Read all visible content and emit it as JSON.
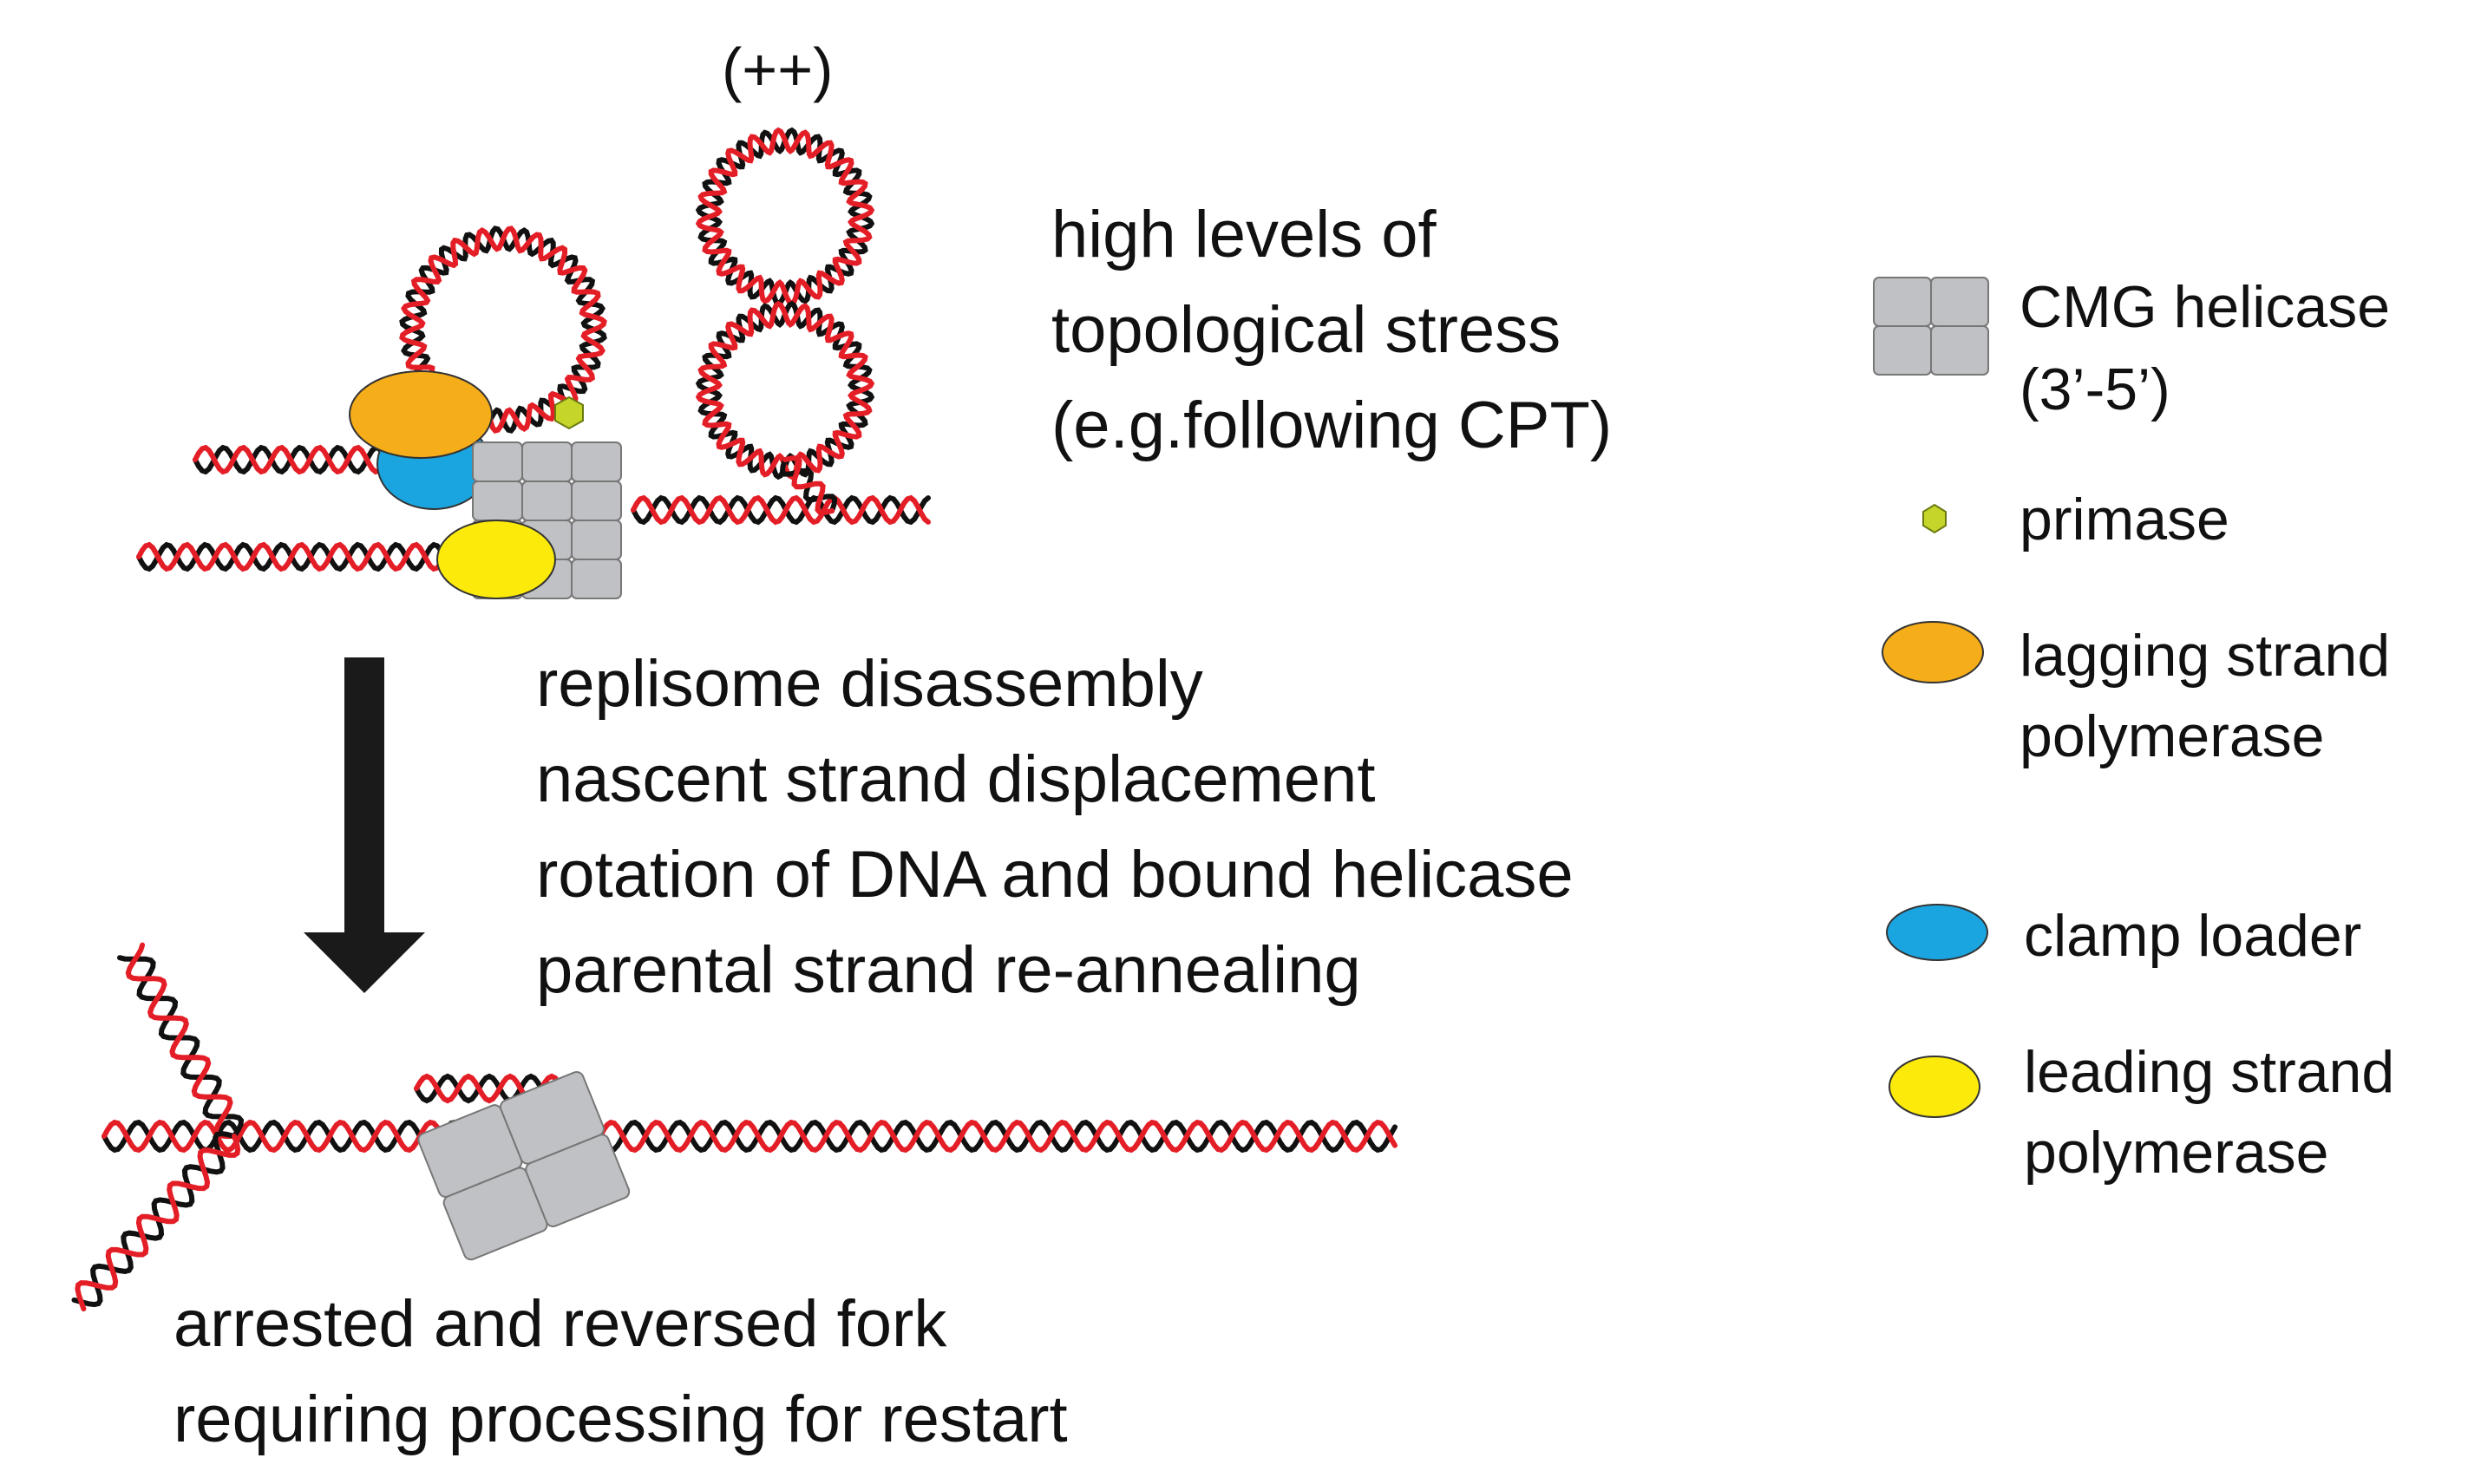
{
  "top": {
    "supercoil_label": "(++)",
    "stress_lines": [
      "high levels of",
      "topological stress",
      "(e.g.following CPT)"
    ]
  },
  "middle": {
    "steps": [
      "replisome disassembly",
      "nascent strand displacement",
      "rotation of DNA and bound helicase",
      "parental strand re-annealing"
    ]
  },
  "bottom": {
    "fork_lines": [
      "arrested and reversed fork",
      "requiring processing for restart"
    ]
  },
  "legend": {
    "items": [
      {
        "icon": "cmg-helicase-icon",
        "color": "#c0c1c4",
        "lines": [
          "CMG helicase",
          "(3’-5’)"
        ]
      },
      {
        "icon": "primase-icon",
        "color": "#c5d52a",
        "lines": [
          "primase"
        ]
      },
      {
        "icon": "lagging-polymerase-icon",
        "color": "#f5ad1a",
        "lines": [
          "lagging strand",
          "polymerase"
        ]
      },
      {
        "icon": "clamp-loader-icon",
        "color": "#1ba5e0",
        "lines": [
          "clamp loader"
        ]
      },
      {
        "icon": "leading-polymerase-icon",
        "color": "#fcea0a",
        "lines": [
          "leading strand",
          "polymerase"
        ]
      }
    ]
  },
  "colors": {
    "strand_black": "#111111",
    "strand_red": "#e41e26",
    "helicase": "#c0c1c4",
    "primase": "#c5d52a",
    "lagging_polymerase": "#f5ad1a",
    "clamp_loader": "#1ba5e0",
    "leading_polymerase": "#fcea0a",
    "arrow": "#1a1a1a"
  }
}
